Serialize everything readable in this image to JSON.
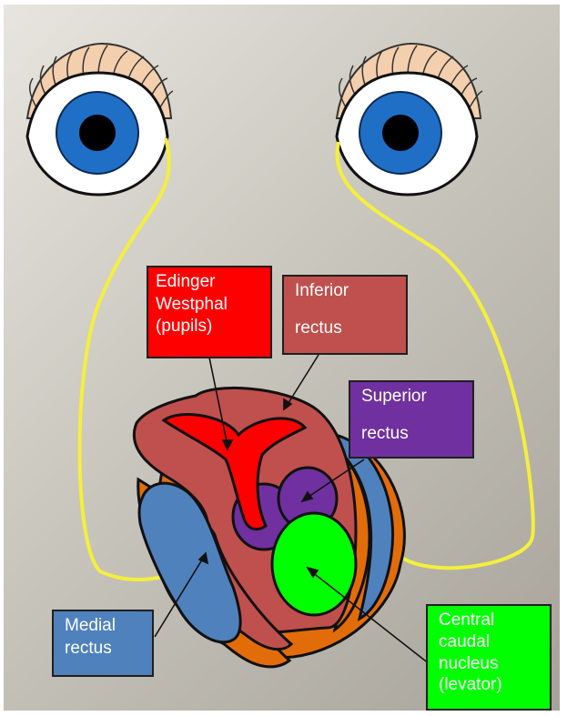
{
  "colors": {
    "background": "#bdb9b0",
    "optic_pathway": "#f4ef3c",
    "iris": "#1f6fc6",
    "eyelid": "#f4cfae",
    "inferior_rectus": "#c0504d",
    "edinger_westphal": "#ff0000",
    "superior_rectus": "#7030a0",
    "medial_rectus": "#4f81bd",
    "orange_layer": "#e36c0a",
    "central_caudal": "#00ff00"
  },
  "icons": [
    "left-eye-icon",
    "right-eye-icon"
  ],
  "labels": {
    "edinger_westphal": [
      "Edinger",
      "Westphal",
      "(pupils)"
    ],
    "inferior_rectus": [
      "Inferior",
      "rectus"
    ],
    "superior_rectus": [
      "Superior",
      "rectus"
    ],
    "medial_rectus": [
      "Medial",
      "rectus"
    ],
    "central_caudal": [
      "Central",
      "caudal",
      "nucleus",
      "(levator)"
    ]
  }
}
